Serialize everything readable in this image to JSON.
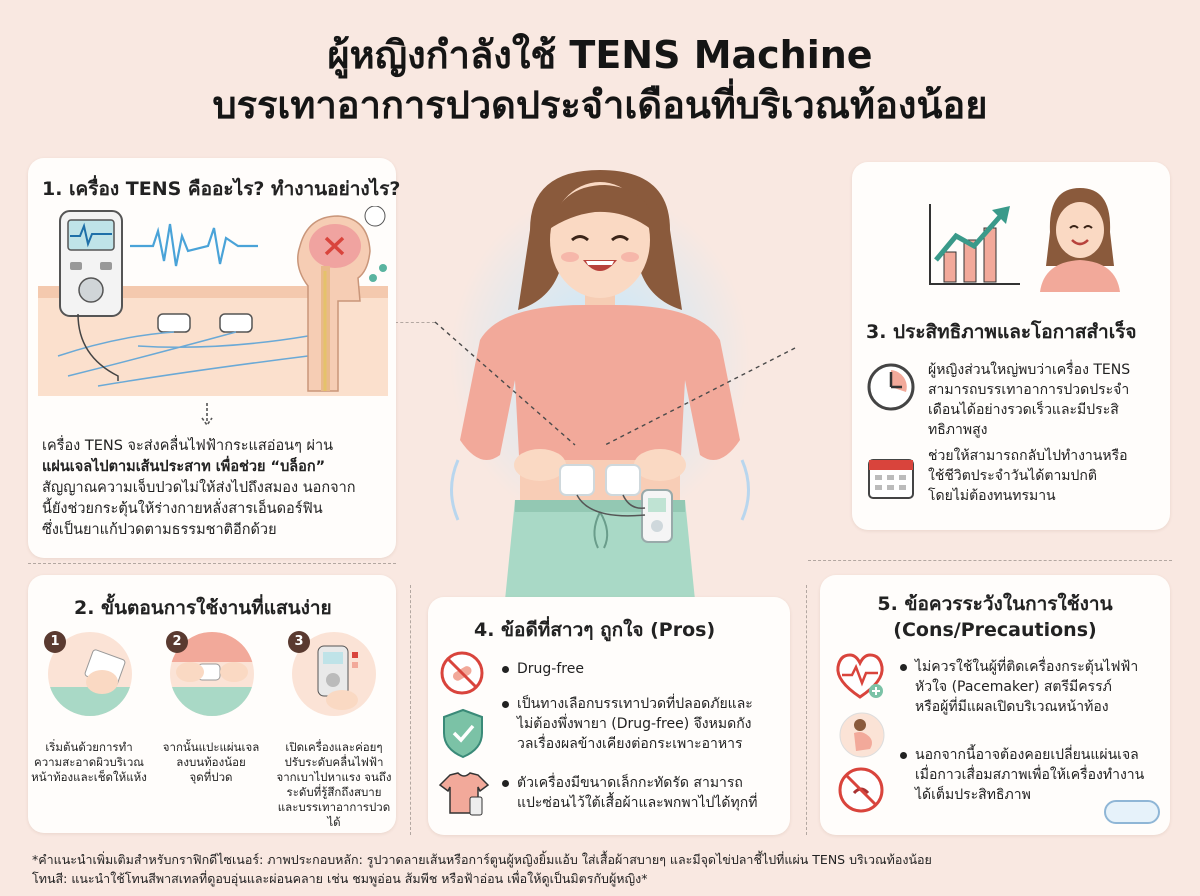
{
  "title": {
    "line1": "ผู้หญิงกำลังใช้ TENS Machine",
    "line2": "บรรเทาอาการปวดประจำเดือนที่บริเวณท้องน้อย"
  },
  "section1": {
    "heading": "1. เครื่อง TENS คืออะไร? ทำงานอย่างไร?",
    "lines": [
      "เครื่อง TENS จะส่งคลื่นไฟฟ้ากระแสอ่อนๆ ผ่าน",
      "แผ่นเจลไปตามเส้นประสาท เพื่อช่วย “บล็อก”",
      "สัญญาณความเจ็บปวดไม่ให้ส่งไปถึงสมอง นอกจาก",
      "นี้ยังช่วยกระตุ้นให้ร่างกายหลั่งสารเอ็นดอร์ฟิน",
      "ซึ่งเป็นยาแก้ปวดตามธรรมชาติอีกด้วย"
    ]
  },
  "section2": {
    "heading": "2. ขั้นตอนการใช้งานที่แสนง่าย",
    "steps": [
      {
        "num": "1",
        "lines": [
          "เริ่มต้นด้วยการทำ",
          "ความสะอาดผิวบริเวณ",
          "หน้าท้องและเช็ดให้แห้ง"
        ]
      },
      {
        "num": "2",
        "lines": [
          "จากนั้นแปะแผ่นเจล",
          "ลงบนท้องน้อย",
          "จุดที่ปวด"
        ]
      },
      {
        "num": "3",
        "lines": [
          "เปิดเครื่องและค่อยๆ",
          "ปรับระดับคลื่นไฟฟ้า",
          "จากเบาไปหาแรง จนถึง",
          "ระดับที่รู้สึกถึงสบาย",
          "และบรรเทาอาการปวดได้"
        ]
      }
    ]
  },
  "section3": {
    "heading": "3. ประสิทธิภาพและโอกาสสำเร็จ",
    "item1": [
      "ผู้หญิงส่วนใหญ่พบว่าเครื่อง TENS",
      "สามารถบรรเทาอาการปวดประจำ",
      "เดือนได้อย่างรวดเร็วและมีประสิ",
      "ทธิภาพสูง"
    ],
    "item2": [
      "ช่วยให้สามารถกลับไปทำงานหรือ",
      "ใช้ชีวิตประจำวันได้ตามปกติ",
      "โดยไม่ต้องทนทรมาน"
    ]
  },
  "section4": {
    "heading": "4. ข้อดีที่สาวๆ ถูกใจ (Pros)",
    "item1": [
      "Drug-free"
    ],
    "item2": [
      "เป็นทางเลือกบรรเทาปวดที่ปลอดภัยและ",
      "ไม่ต้องพึ่งพายา (Drug-free) จึงหมดกัง",
      "วลเรื่องผลข้างเคียงต่อกระเพาะอาหาร"
    ],
    "item3": [
      "ตัวเครื่องมีขนาดเล็กกะทัดรัด สามารถ",
      "แปะซ่อนไว้ใต้เสื้อผ้าและพกพาไปได้ทุกที่"
    ]
  },
  "section5": {
    "heading_line1": "5. ข้อควรระวังในการใช้งาน",
    "heading_line2": "(Cons/Precautions)",
    "item1": [
      "ไม่ควรใช้ในผู้ที่ติดเครื่องกระตุ้นไฟฟ้า",
      "หัวใจ (Pacemaker) สตรีมีครรภ์",
      "หรือผู้ที่มีแผลเปิดบริเวณหน้าท้อง"
    ],
    "item2": [
      "นอกจากนี้อาจต้องคอยเปลี่ยนแผ่นเจล",
      "เมื่อกาวเสื่อมสภาพเพื่อให้เครื่องทำงาน",
      "ได้เต็มประสิทธิภาพ"
    ]
  },
  "footnote": {
    "line1": "*คำแนะนำเพิ่มเติมสำหรับกราฟิกดีไซเนอร์: ภาพประกอบหลัก: รูปวาดลายเส้นหรือการ์ตูนผู้หญิงยิ้มแอ้บ ใส่เสื้อผ้าสบายๆ และมีจุดไข่ปลาชี้ไปที่แผ่น TENS บริเวณท้องน้อย",
    "line2": "โทนสี: แนะนำใช้โทนสีพาสเทลที่ดูอบอุ่นและผ่อนคลาย เช่น ชมพูอ่อน ส้มพีช หรือฟ้าอ่อน เพื่อให้ดูเป็นมิตรกับผู้หญิง*"
  },
  "colors": {
    "background": "#f9e8e1",
    "card": "#fffdfb",
    "accent_red": "#d9443c",
    "accent_green": "#7bc2a6",
    "accent_teal": "#5ab4a0",
    "sweater": "#f2a99a",
    "pants": "#a9d9c6"
  }
}
